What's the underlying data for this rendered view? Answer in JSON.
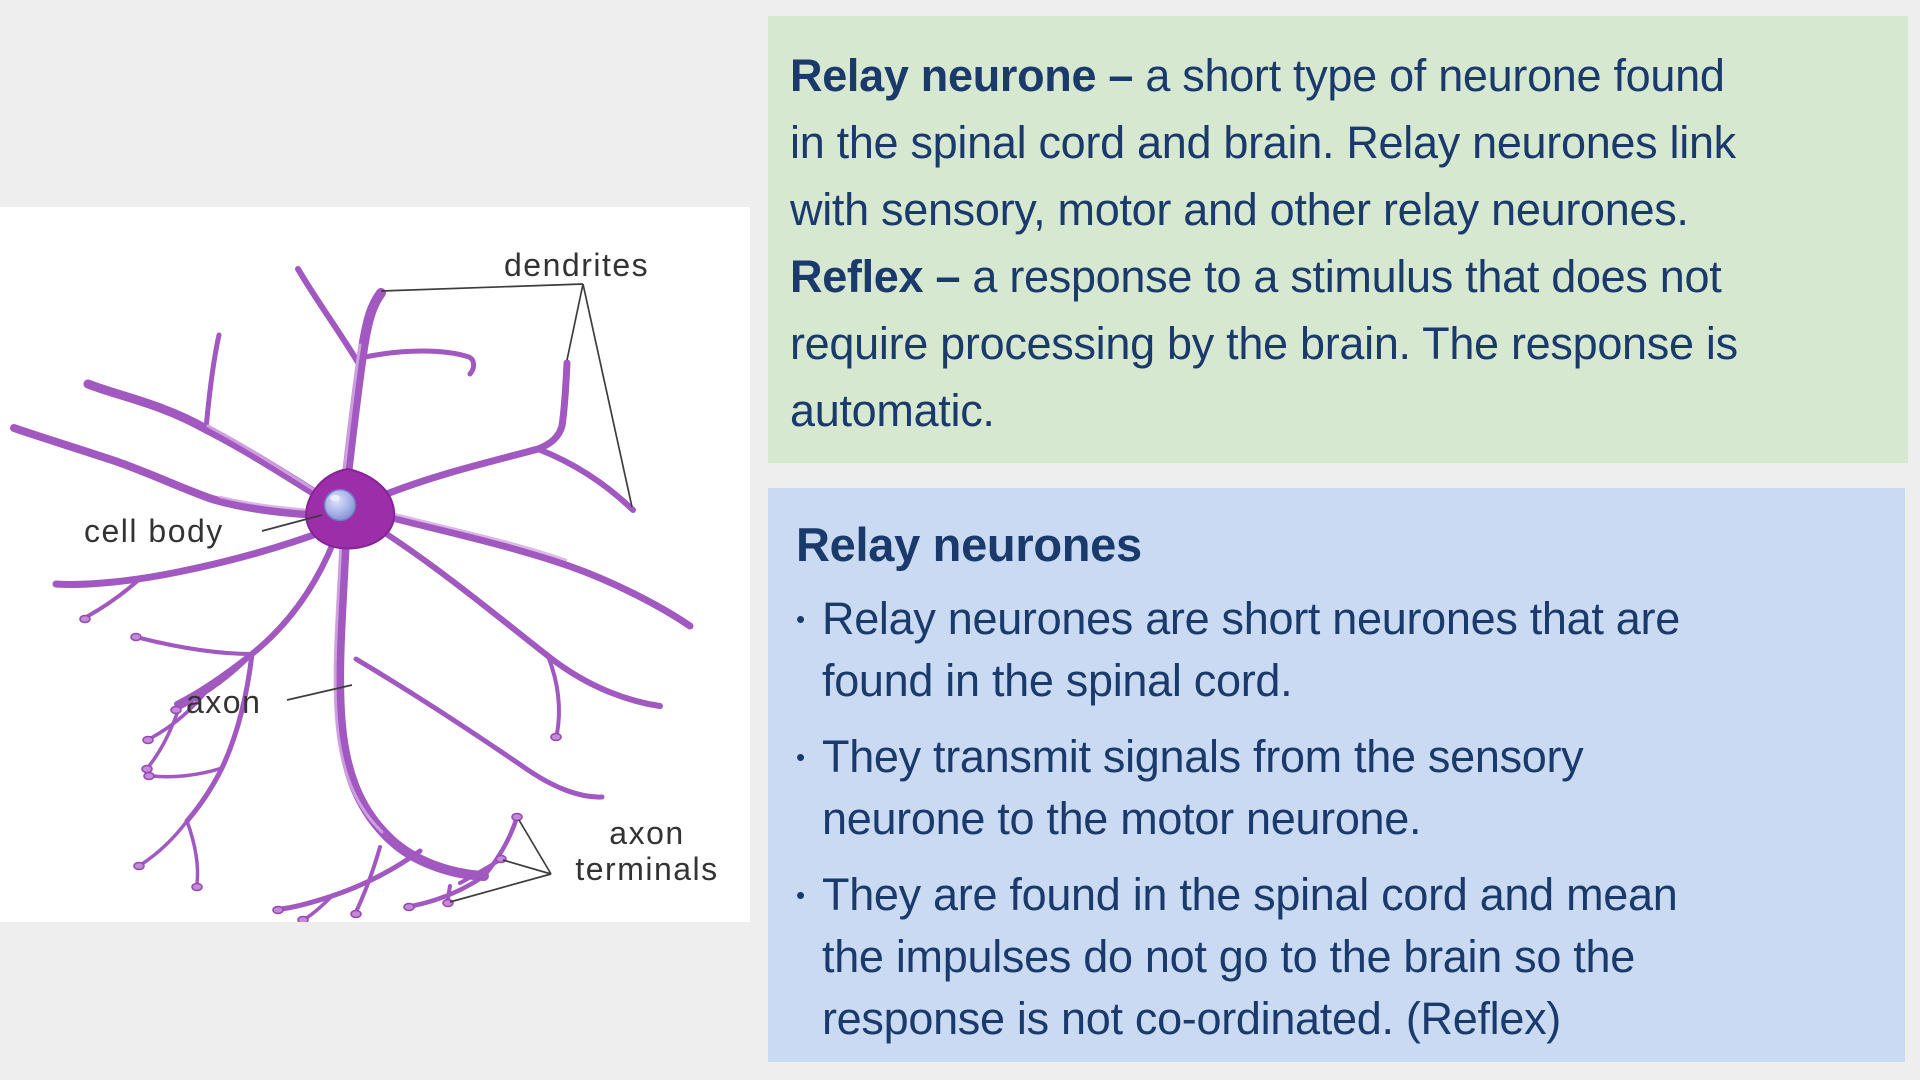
{
  "page": {
    "background": "#eeeeee",
    "panel_background": "#ffffff"
  },
  "diagram": {
    "labels": {
      "dendrites": "dendrites",
      "cell_body": "cell body",
      "axon": "axon",
      "axon_terminals_line1": "axon",
      "axon_terminals_line2": "terminals"
    },
    "colors": {
      "branch": "#a158c0",
      "branch_highlight": "#d6abe4",
      "soma": "#9c2ea9",
      "soma_outline": "#862396",
      "nucleus": "#a9b2ea",
      "label_text": "#333333",
      "leader_line": "#3d3d3d"
    }
  },
  "definitions_box": {
    "background": "#d7e8d0",
    "text_color": "#1b3a6c",
    "lines": [
      {
        "bold": "Relay neurone – ",
        "rest": "a short type of neurone found"
      },
      {
        "bold": "",
        "rest": "in the spinal cord and brain. Relay neurones link"
      },
      {
        "bold": "",
        "rest": "with sensory, motor and other relay neurones."
      },
      {
        "bold": "Reflex – ",
        "rest": "a response to a stimulus that does not"
      },
      {
        "bold": "",
        "rest": "require processing by the brain. The response is"
      },
      {
        "bold": "",
        "rest": "automatic."
      }
    ]
  },
  "notes_box": {
    "background": "#c9daf2",
    "text_color": "#1b3a6c",
    "heading": "Relay neurones",
    "bullet_char": "•",
    "bullets": [
      {
        "lines": [
          "Relay neurones are short neurones that are",
          "found in the spinal cord."
        ]
      },
      {
        "lines": [
          "They transmit signals from the sensory",
          "neurone to the motor neurone."
        ]
      },
      {
        "lines": [
          "They are found in the spinal cord and mean",
          "the impulses do not go to the brain so the",
          "response is not co-ordinated. (Reflex)"
        ]
      }
    ]
  }
}
